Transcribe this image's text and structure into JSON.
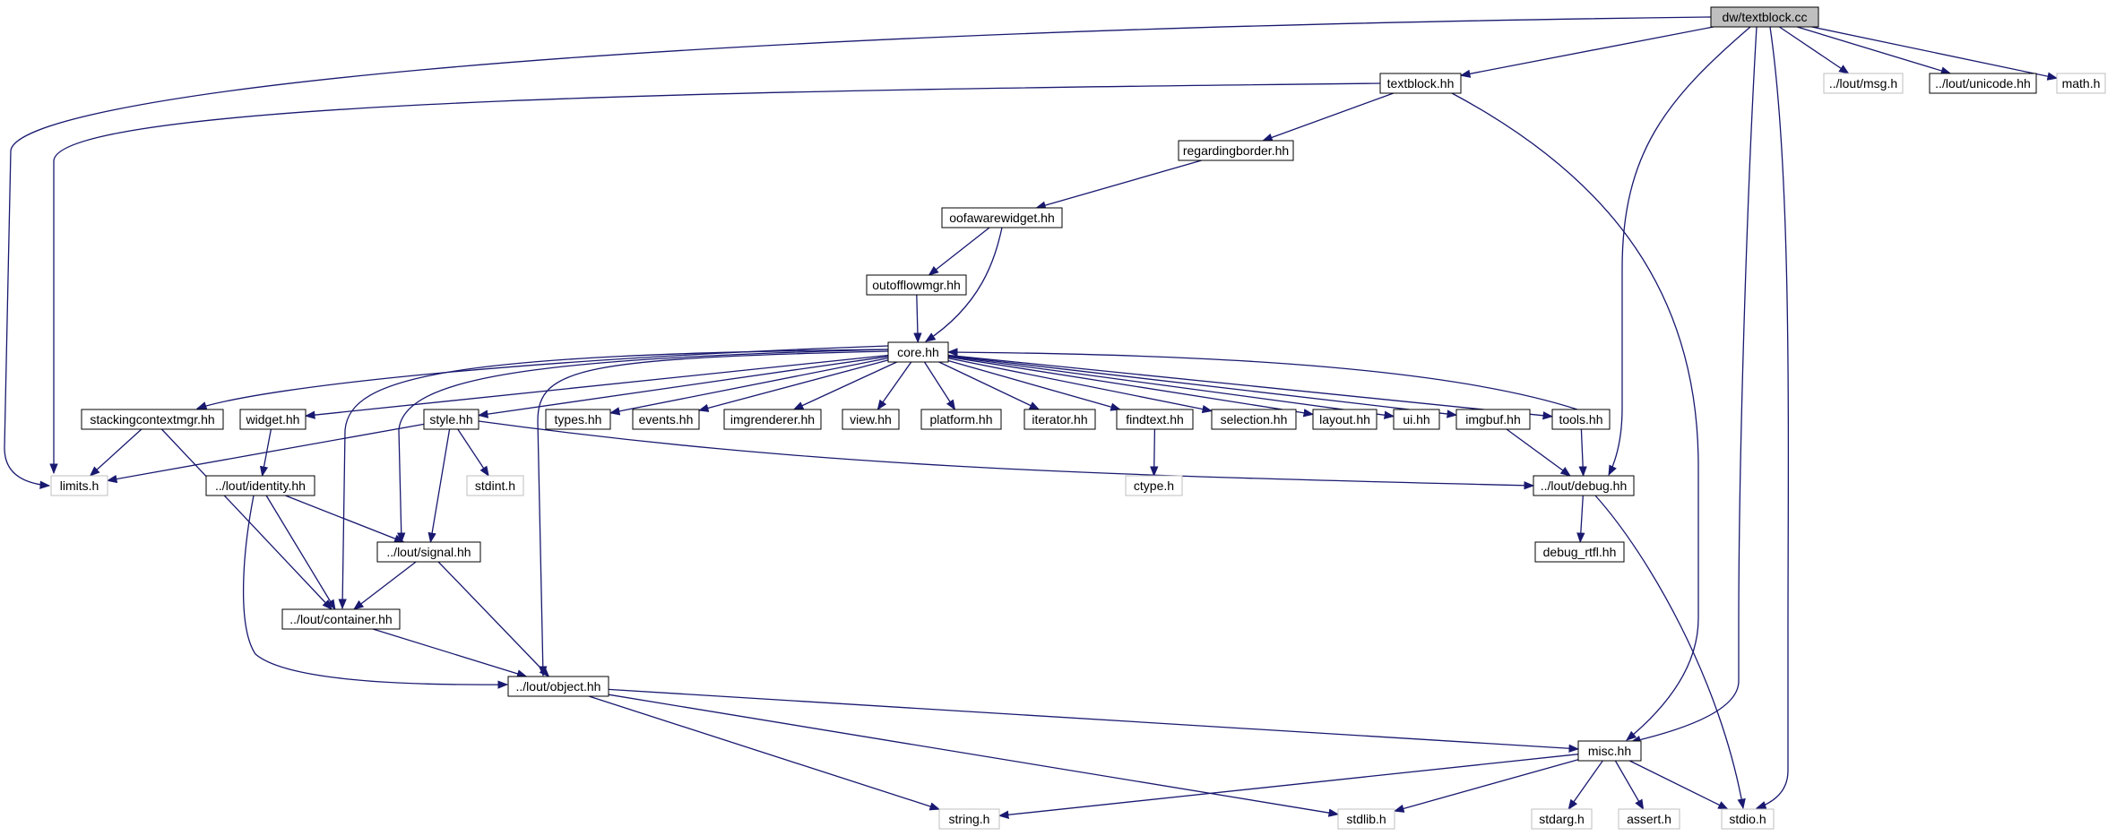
{
  "colors": {
    "edge": "#191970",
    "node_border": "#000000",
    "external_border": "#bfbfbf",
    "root_fill": "#bfbfbf",
    "node_fill": "#ffffff",
    "text": "#000000"
  },
  "graph": {
    "root": "dw/textblock.cc",
    "nodes": [
      {
        "id": "root",
        "label": "dw/textblock.cc",
        "kind": "root"
      },
      {
        "id": "textblock_hh",
        "label": "textblock.hh",
        "kind": "header"
      },
      {
        "id": "lout_msg_h",
        "label": "../lout/msg.h",
        "kind": "external"
      },
      {
        "id": "lout_unicode_hh",
        "label": "../lout/unicode.hh",
        "kind": "header"
      },
      {
        "id": "math_h",
        "label": "math.h",
        "kind": "external"
      },
      {
        "id": "regardingborder_hh",
        "label": "regardingborder.hh",
        "kind": "header"
      },
      {
        "id": "oofawarewidget_hh",
        "label": "oofawarewidget.hh",
        "kind": "header"
      },
      {
        "id": "outofflowmgr_hh",
        "label": "outofflowmgr.hh",
        "kind": "header"
      },
      {
        "id": "core_hh",
        "label": "core.hh",
        "kind": "header"
      },
      {
        "id": "stackingcontextmgr_hh",
        "label": "stackingcontextmgr.hh",
        "kind": "header"
      },
      {
        "id": "widget_hh",
        "label": "widget.hh",
        "kind": "header"
      },
      {
        "id": "style_hh",
        "label": "style.hh",
        "kind": "header"
      },
      {
        "id": "types_hh",
        "label": "types.hh",
        "kind": "header"
      },
      {
        "id": "events_hh",
        "label": "events.hh",
        "kind": "header"
      },
      {
        "id": "imgrenderer_hh",
        "label": "imgrenderer.hh",
        "kind": "header"
      },
      {
        "id": "view_hh",
        "label": "view.hh",
        "kind": "header"
      },
      {
        "id": "platform_hh",
        "label": "platform.hh",
        "kind": "header"
      },
      {
        "id": "iterator_hh",
        "label": "iterator.hh",
        "kind": "header"
      },
      {
        "id": "findtext_hh",
        "label": "findtext.hh",
        "kind": "header"
      },
      {
        "id": "selection_hh",
        "label": "selection.hh",
        "kind": "header"
      },
      {
        "id": "layout_hh",
        "label": "layout.hh",
        "kind": "header"
      },
      {
        "id": "ui_hh",
        "label": "ui.hh",
        "kind": "header"
      },
      {
        "id": "imgbuf_hh",
        "label": "imgbuf.hh",
        "kind": "header"
      },
      {
        "id": "tools_hh",
        "label": "tools.hh",
        "kind": "header"
      },
      {
        "id": "limits_h",
        "label": "limits.h",
        "kind": "external"
      },
      {
        "id": "lout_identity_hh",
        "label": "../lout/identity.hh",
        "kind": "header"
      },
      {
        "id": "stdint_h",
        "label": "stdint.h",
        "kind": "external"
      },
      {
        "id": "ctype_h",
        "label": "ctype.h",
        "kind": "external"
      },
      {
        "id": "lout_debug_hh",
        "label": "../lout/debug.hh",
        "kind": "header"
      },
      {
        "id": "lout_signal_hh",
        "label": "../lout/signal.hh",
        "kind": "header"
      },
      {
        "id": "debug_rtfl_hh",
        "label": "debug_rtfl.hh",
        "kind": "header"
      },
      {
        "id": "lout_container_hh",
        "label": "../lout/container.hh",
        "kind": "header"
      },
      {
        "id": "lout_object_hh",
        "label": "../lout/object.hh",
        "kind": "header"
      },
      {
        "id": "misc_hh",
        "label": "misc.hh",
        "kind": "header"
      },
      {
        "id": "string_h",
        "label": "string.h",
        "kind": "external"
      },
      {
        "id": "stdlib_h",
        "label": "stdlib.h",
        "kind": "external"
      },
      {
        "id": "stdarg_h",
        "label": "stdarg.h",
        "kind": "external"
      },
      {
        "id": "assert_h",
        "label": "assert.h",
        "kind": "external"
      },
      {
        "id": "stdio_h",
        "label": "stdio.h",
        "kind": "external"
      }
    ],
    "edges": [
      [
        "root",
        "textblock_hh"
      ],
      [
        "root",
        "lout_msg_h"
      ],
      [
        "root",
        "lout_unicode_hh"
      ],
      [
        "root",
        "math_h"
      ],
      [
        "root",
        "limits_h"
      ],
      [
        "root",
        "lout_debug_hh"
      ],
      [
        "root",
        "misc_hh"
      ],
      [
        "root",
        "stdio_h"
      ],
      [
        "textblock_hh",
        "regardingborder_hh"
      ],
      [
        "textblock_hh",
        "limits_h"
      ],
      [
        "textblock_hh",
        "misc_hh"
      ],
      [
        "regardingborder_hh",
        "oofawarewidget_hh"
      ],
      [
        "oofawarewidget_hh",
        "outofflowmgr_hh"
      ],
      [
        "oofawarewidget_hh",
        "core_hh"
      ],
      [
        "outofflowmgr_hh",
        "core_hh"
      ],
      [
        "core_hh",
        "stackingcontextmgr_hh"
      ],
      [
        "core_hh",
        "widget_hh"
      ],
      [
        "core_hh",
        "style_hh"
      ],
      [
        "core_hh",
        "types_hh"
      ],
      [
        "core_hh",
        "events_hh"
      ],
      [
        "core_hh",
        "imgrenderer_hh"
      ],
      [
        "core_hh",
        "view_hh"
      ],
      [
        "core_hh",
        "platform_hh"
      ],
      [
        "core_hh",
        "iterator_hh"
      ],
      [
        "core_hh",
        "findtext_hh"
      ],
      [
        "core_hh",
        "selection_hh"
      ],
      [
        "core_hh",
        "layout_hh"
      ],
      [
        "core_hh",
        "ui_hh"
      ],
      [
        "core_hh",
        "imgbuf_hh"
      ],
      [
        "core_hh",
        "tools_hh"
      ],
      [
        "core_hh",
        "lout_signal_hh"
      ],
      [
        "core_hh",
        "lout_container_hh"
      ],
      [
        "core_hh",
        "lout_object_hh"
      ],
      [
        "tools_hh",
        "core_hh"
      ],
      [
        "stackingcontextmgr_hh",
        "limits_h"
      ],
      [
        "stackingcontextmgr_hh",
        "lout_container_hh"
      ],
      [
        "widget_hh",
        "lout_identity_hh"
      ],
      [
        "style_hh",
        "limits_h"
      ],
      [
        "style_hh",
        "stdint_h"
      ],
      [
        "style_hh",
        "lout_signal_hh"
      ],
      [
        "style_hh",
        "lout_debug_hh"
      ],
      [
        "findtext_hh",
        "ctype_h"
      ],
      [
        "imgbuf_hh",
        "lout_debug_hh"
      ],
      [
        "tools_hh",
        "lout_debug_hh"
      ],
      [
        "lout_identity_hh",
        "lout_signal_hh"
      ],
      [
        "lout_identity_hh",
        "lout_container_hh"
      ],
      [
        "lout_identity_hh",
        "lout_object_hh"
      ],
      [
        "lout_debug_hh",
        "debug_rtfl_hh"
      ],
      [
        "lout_debug_hh",
        "stdio_h"
      ],
      [
        "lout_signal_hh",
        "lout_container_hh"
      ],
      [
        "lout_signal_hh",
        "lout_object_hh"
      ],
      [
        "lout_container_hh",
        "lout_object_hh"
      ],
      [
        "lout_object_hh",
        "misc_hh"
      ],
      [
        "lout_object_hh",
        "string_h"
      ],
      [
        "lout_object_hh",
        "stdlib_h"
      ],
      [
        "misc_hh",
        "string_h"
      ],
      [
        "misc_hh",
        "stdlib_h"
      ],
      [
        "misc_hh",
        "stdarg_h"
      ],
      [
        "misc_hh",
        "assert_h"
      ],
      [
        "misc_hh",
        "stdio_h"
      ]
    ]
  }
}
